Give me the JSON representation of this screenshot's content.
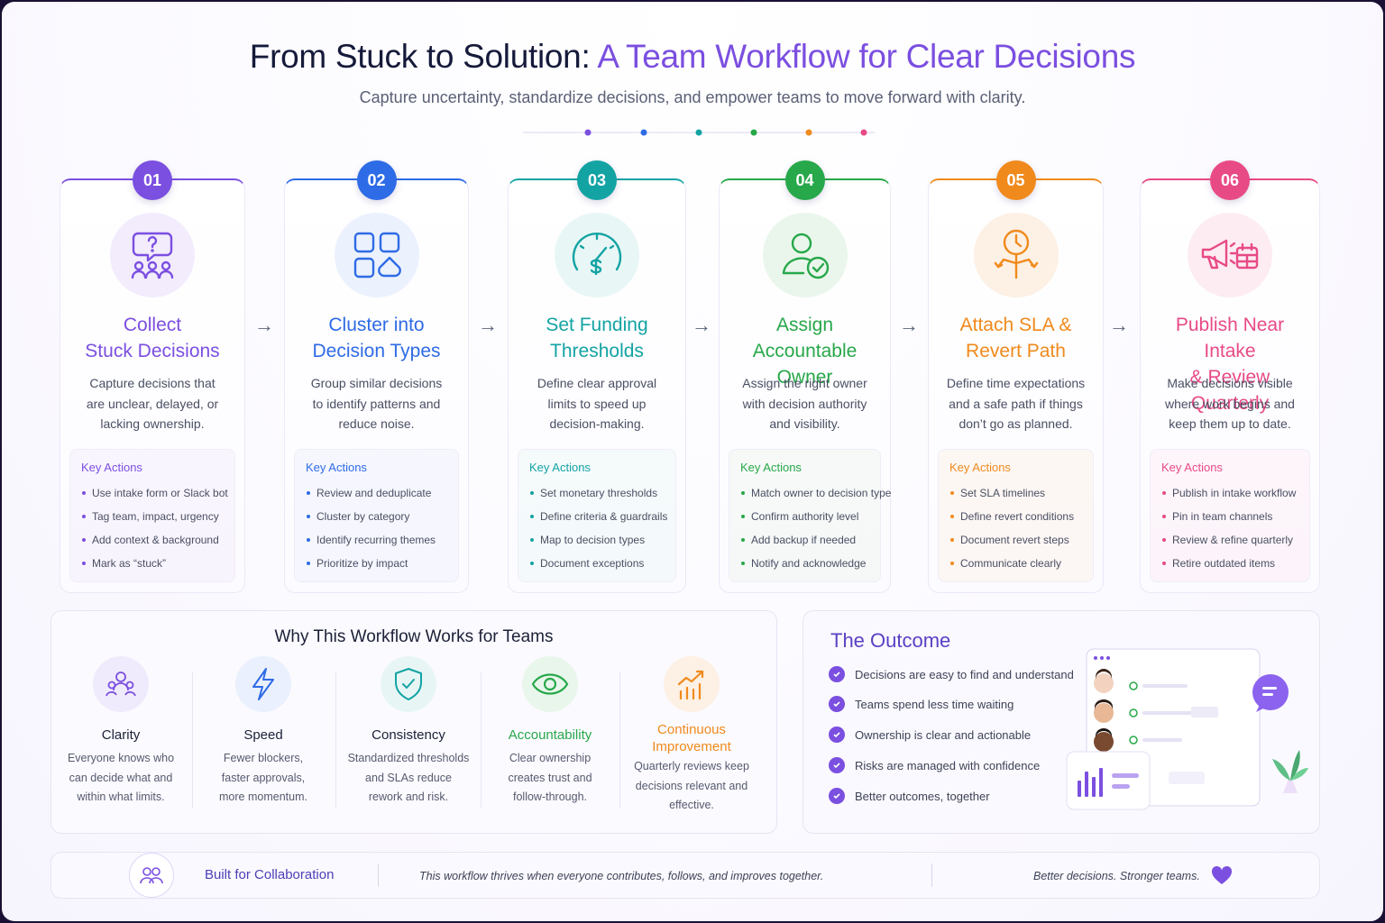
{
  "header": {
    "title_main": "From Stuck to Solution:",
    "title_accent": "A Team Workflow for Clear Decisions",
    "subtitle": "Capture uncertainty, standardize decisions, and empower teams to move forward with clarity.",
    "dot_colors": [
      "#7b4fe0",
      "#2e6be6",
      "#14a3a3",
      "#27a84a",
      "#f08a1c",
      "#e84a86"
    ]
  },
  "steps": [
    {
      "number": "01",
      "color": "#7b4fe0",
      "tint": "#f2ecfd",
      "icon": "question-team-icon",
      "title": "Collect\nStuck Decisions",
      "desc": "Capture decisions that\nare unclear, delayed, or\nlacking ownership.",
      "key_actions_label": "Key Actions",
      "actions": [
        "Use intake form or Slack bot",
        "Tag team, impact, urgency",
        "Add context & background",
        "Mark as “stuck”"
      ]
    },
    {
      "number": "02",
      "color": "#2e6be6",
      "tint": "#ebf1fd",
      "icon": "grid-shapes-icon",
      "title": "Cluster into\nDecision Types",
      "desc": "Group similar decisions\nto identify patterns and\nreduce noise.",
      "key_actions_label": "Key Actions",
      "actions": [
        "Review and deduplicate",
        "Cluster by category",
        "Identify recurring themes",
        "Prioritize by impact"
      ]
    },
    {
      "number": "03",
      "color": "#14a3a3",
      "tint": "#e8f7f6",
      "icon": "dollar-gauge-icon",
      "title": "Set Funding\nThresholds",
      "desc": "Define clear approval\nlimits to speed up\ndecision-making.",
      "key_actions_label": "Key Actions",
      "actions": [
        "Set monetary thresholds",
        "Define criteria & guardrails",
        "Map to decision types",
        "Document exceptions"
      ]
    },
    {
      "number": "04",
      "color": "#27a84a",
      "tint": "#eaf6ec",
      "icon": "user-check-icon",
      "title": "Assign\nAccountable Owner",
      "desc": "Assign the right owner\nwith decision authority\nand visibility.",
      "key_actions_label": "Key Actions",
      "actions": [
        "Match owner to decision type",
        "Confirm authority level",
        "Add backup if needed",
        "Notify and acknowledge"
      ]
    },
    {
      "number": "05",
      "color": "#f08a1c",
      "tint": "#fdf0e4",
      "icon": "clock-branch-icon",
      "title": "Attach SLA &\nRevert Path",
      "desc": "Define time expectations\nand a safe path if things\ndon’t go as planned.",
      "key_actions_label": "Key Actions",
      "actions": [
        "Set SLA timelines",
        "Define revert conditions",
        "Document revert steps",
        "Communicate clearly"
      ]
    },
    {
      "number": "06",
      "color": "#e84a86",
      "tint": "#fdecf2",
      "icon": "megaphone-calendar-icon",
      "title": "Publish Near Intake\n& Review Quarterly",
      "desc": "Make decisions visible\nwhere work begins and\nkeep them up to date.",
      "key_actions_label": "Key Actions",
      "actions": [
        "Publish in intake workflow",
        "Pin in team channels",
        "Review & refine quarterly",
        "Retire outdated items"
      ]
    }
  ],
  "why": {
    "title": "Why This Workflow Works for Teams",
    "pillars": [
      {
        "title": "Clarity",
        "desc": "Everyone knows who\ncan decide what and\nwithin what limits.",
        "color": "#7b4fe0",
        "tint": "#f0ebfc",
        "icon": "people-icon"
      },
      {
        "title": "Speed",
        "desc": "Fewer blockers,\nfaster approvals,\nmore momentum.",
        "color": "#2e6be6",
        "tint": "#eaf0fd",
        "icon": "lightning-icon"
      },
      {
        "title": "Consistency",
        "desc": "Standardized thresholds\nand SLAs reduce\nrework and risk.",
        "color": "#14a3a3",
        "tint": "#e7f6f5",
        "icon": "shield-check-icon"
      },
      {
        "title": "Accountability",
        "desc": "Clear ownership\ncreates trust and\nfollow-through.",
        "color": "#27a84a",
        "tint": "#e9f6eb",
        "icon": "eye-icon"
      },
      {
        "title": "Continuous\nImprovement",
        "desc": "Quarterly reviews keep\ndecisions relevant and\neffective.",
        "color": "#f08a1c",
        "tint": "#fdf0e4",
        "icon": "growth-chart-icon"
      }
    ]
  },
  "outcome": {
    "title": "The Outcome",
    "items": [
      "Decisions are easy to find and understand",
      "Teams spend less time waiting",
      "Ownership is clear and actionable",
      "Risks are managed with confidence",
      "Better outcomes, together"
    ]
  },
  "footer": {
    "label": "Built for Collaboration",
    "message": "This workflow thrives when everyone contributes, follows, and improves together.",
    "tagline": "Better decisions. Stronger teams.",
    "icon": "team-icon",
    "heart_color": "#7b4fe0"
  }
}
